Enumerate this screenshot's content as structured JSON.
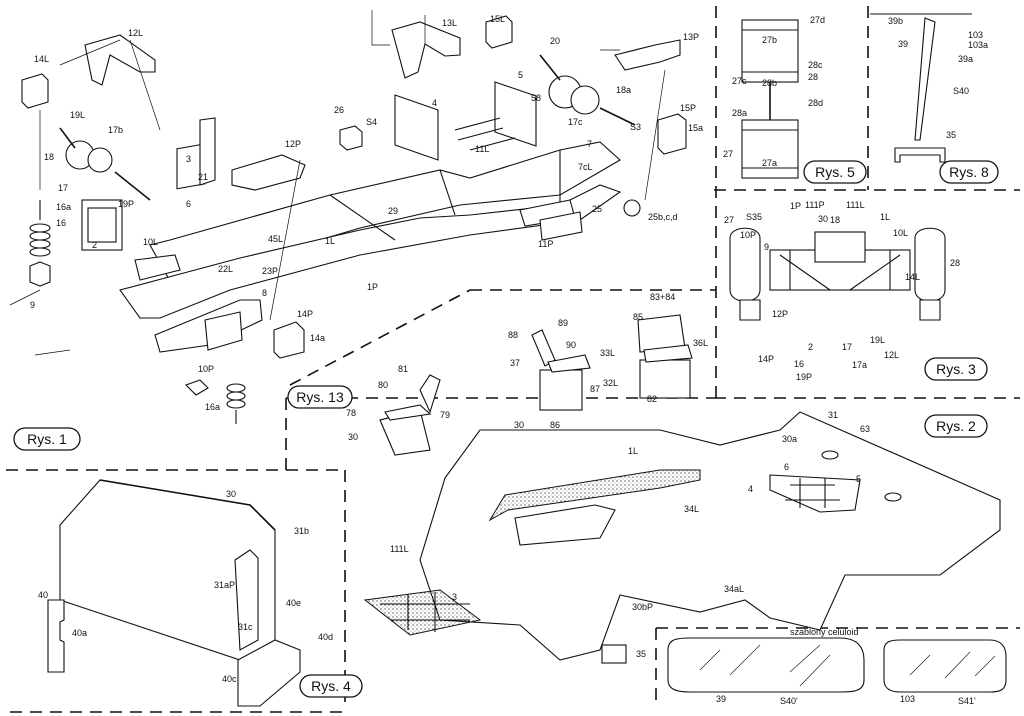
{
  "figures": {
    "rys1": "Rys. 1",
    "rys2": "Rys. 2",
    "rys3": "Rys. 3",
    "rys4": "Rys. 4",
    "rys5": "Rys. 5",
    "rys8": "Rys. 8",
    "rys13": "Rys. 13"
  },
  "template_caption": "szablony celuloid",
  "part_labels": {
    "chassis": [
      "12L",
      "14L",
      "19L",
      "17b",
      "18",
      "17",
      "16a",
      "16",
      "9",
      "2",
      "3",
      "21",
      "6",
      "10L",
      "22L",
      "45L",
      "12P",
      "1L",
      "1P",
      "29",
      "23P",
      "8",
      "14P",
      "14a",
      "10P",
      "16a",
      "19P",
      "26",
      "S4",
      "4",
      "13L",
      "15L",
      "20",
      "5",
      "58",
      "17c",
      "18a",
      "13P",
      "15P",
      "15a",
      "S3",
      "7",
      "7cL",
      "25",
      "25b,c,d",
      "11P",
      "11L"
    ],
    "rys13": [
      "81",
      "80",
      "78",
      "79",
      "30"
    ],
    "seats": [
      "88",
      "89",
      "90",
      "37",
      "87",
      "86",
      "30",
      "83+84",
      "85",
      "33L",
      "36L",
      "32L",
      "82"
    ],
    "rys5": [
      "27d",
      "27b",
      "28c",
      "28",
      "27c",
      "28b",
      "28d",
      "28a",
      "27",
      "27a"
    ],
    "rys8": [
      "39b",
      "103",
      "103a",
      "39",
      "39a",
      "S40",
      "35"
    ],
    "rys3": [
      "27",
      "S35",
      "1P",
      "111P",
      "30",
      "111L",
      "1L",
      "10P",
      "9",
      "18",
      "10L",
      "14L",
      "28",
      "12P",
      "16",
      "2",
      "17",
      "17a",
      "19L",
      "12L",
      "14P",
      "19P"
    ],
    "rys2": [
      "31",
      "63",
      "30a",
      "1L",
      "6",
      "5",
      "4",
      "34L",
      "111L",
      "3",
      "34aL",
      "30bP",
      "35"
    ],
    "rys4": [
      "30",
      "31b",
      "31aP",
      "31c",
      "40",
      "40a",
      "40e",
      "40d",
      "40c"
    ],
    "templates": [
      "39",
      "S40'",
      "103",
      "S41'"
    ]
  }
}
